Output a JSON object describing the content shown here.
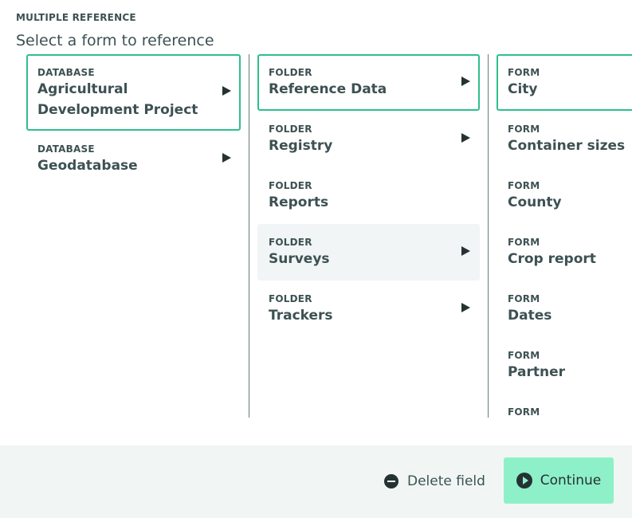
{
  "header": {
    "field_type": "MULTIPLE REFERENCE",
    "title": "Select a form to reference"
  },
  "columns": {
    "databases": [
      {
        "kind": "DATABASE",
        "label": "Agricultural Development Project",
        "has_children": true,
        "selected": true
      },
      {
        "kind": "DATABASE",
        "label": "Geodatabase",
        "has_children": true,
        "selected": false
      }
    ],
    "folders": [
      {
        "kind": "FOLDER",
        "label": "Reference Data",
        "has_children": true,
        "selected": true
      },
      {
        "kind": "FOLDER",
        "label": "Registry",
        "has_children": true,
        "selected": false
      },
      {
        "kind": "FOLDER",
        "label": "Reports",
        "has_children": false,
        "selected": false
      },
      {
        "kind": "FOLDER",
        "label": "Surveys",
        "has_children": true,
        "selected": false,
        "hover": true
      },
      {
        "kind": "FOLDER",
        "label": "Trackers",
        "has_children": true,
        "selected": false
      }
    ],
    "forms": [
      {
        "kind": "FORM",
        "label": "City",
        "selected": true
      },
      {
        "kind": "FORM",
        "label": "Container sizes",
        "selected": false
      },
      {
        "kind": "FORM",
        "label": "County",
        "selected": false
      },
      {
        "kind": "FORM",
        "label": "Crop report",
        "selected": false
      },
      {
        "kind": "FORM",
        "label": "Dates",
        "selected": false
      },
      {
        "kind": "FORM",
        "label": "Partner",
        "selected": false
      },
      {
        "kind": "FORM",
        "label": "",
        "selected": false
      }
    ]
  },
  "footer": {
    "delete_label": "Delete field",
    "continue_label": "Continue"
  },
  "colors": {
    "accent": "#2fbf8b",
    "continue_bg": "#8ef0c9",
    "footer_bg": "#f1f6f5",
    "text": "#3d5153"
  },
  "icons": {
    "delete": "minus-circle-icon",
    "continue": "play-circle-icon",
    "expand": "triangle-right-icon"
  }
}
